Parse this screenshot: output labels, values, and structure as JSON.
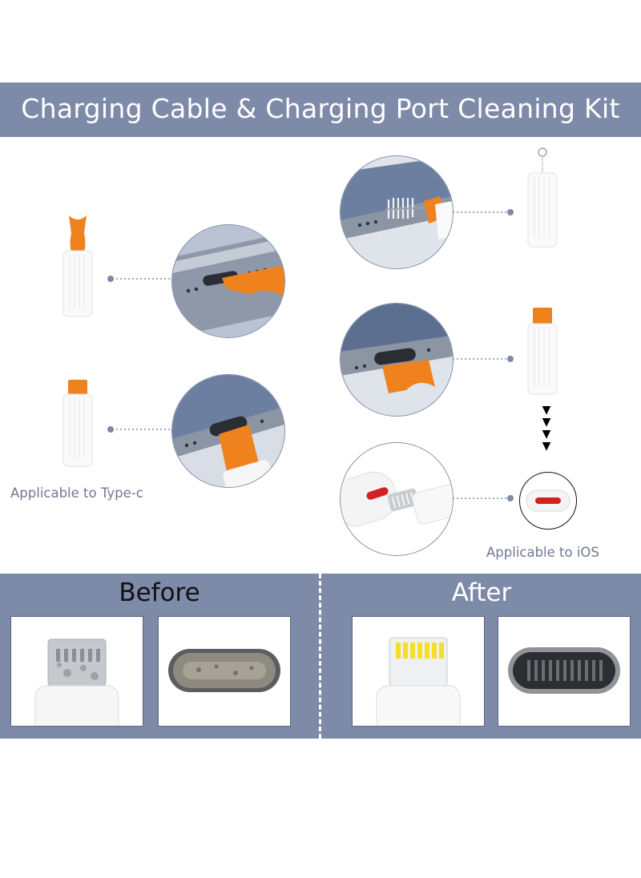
{
  "header": {
    "title": "Charging Cable & Charging Port Cleaning Kit"
  },
  "captions": {
    "type_c": "Applicable to Type-c",
    "ios": "Applicable to iOS"
  },
  "comparison": {
    "before_label": "Before",
    "after_label": "After"
  },
  "colors": {
    "banner": "#7d8aa8",
    "accent_orange": "#f0821e",
    "leader_line": "#7d8aa8",
    "port_red": "#d42020"
  },
  "icons": [
    "scoop-tool-icon",
    "flat-tool-icon",
    "brush-tool-icon",
    "lightning-tool-icon",
    "ios-port-icon",
    "down-arrows-icon"
  ]
}
